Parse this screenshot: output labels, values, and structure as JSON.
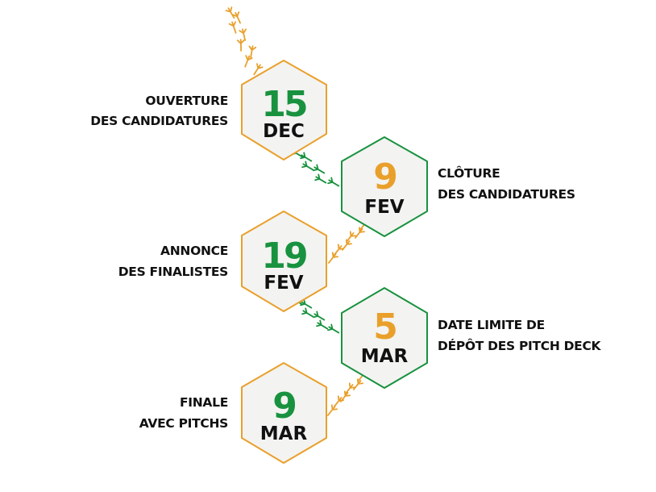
{
  "colors": {
    "orange": "#e9a02b",
    "green": "#18923f",
    "hex_fill": "#f3f3f1",
    "text": "#111111"
  },
  "milestones": [
    {
      "day": "15",
      "month": "DEC",
      "label_line1": "OUVERTURE",
      "label_line2": "DES CANDIDATURES",
      "hex_color": "orange",
      "day_color": "green"
    },
    {
      "day": "9",
      "month": "FEV",
      "label_line1": "CLÔTURE",
      "label_line2": "DES CANDIDATURES",
      "hex_color": "green",
      "day_color": "orange"
    },
    {
      "day": "19",
      "month": "FEV",
      "label_line1": "ANNONCE",
      "label_line2": "DES FINALISTES",
      "hex_color": "orange",
      "day_color": "green"
    },
    {
      "day": "5",
      "month": "MAR",
      "label_line1": "DATE LIMITE DE",
      "label_line2": "DÉPÔT DES PITCH DECK",
      "hex_color": "green",
      "day_color": "orange"
    },
    {
      "day": "9",
      "month": "MAR",
      "label_line1": "FINALE",
      "label_line2": "AVEC PITCHS",
      "hex_color": "orange",
      "day_color": "green"
    }
  ],
  "footprints": [
    {
      "color": "orange",
      "name": "top-trail"
    },
    {
      "color": "green",
      "name": "trail-1-2"
    },
    {
      "color": "orange",
      "name": "trail-2-3"
    },
    {
      "color": "green",
      "name": "trail-3-4"
    },
    {
      "color": "orange",
      "name": "trail-4-5"
    }
  ]
}
